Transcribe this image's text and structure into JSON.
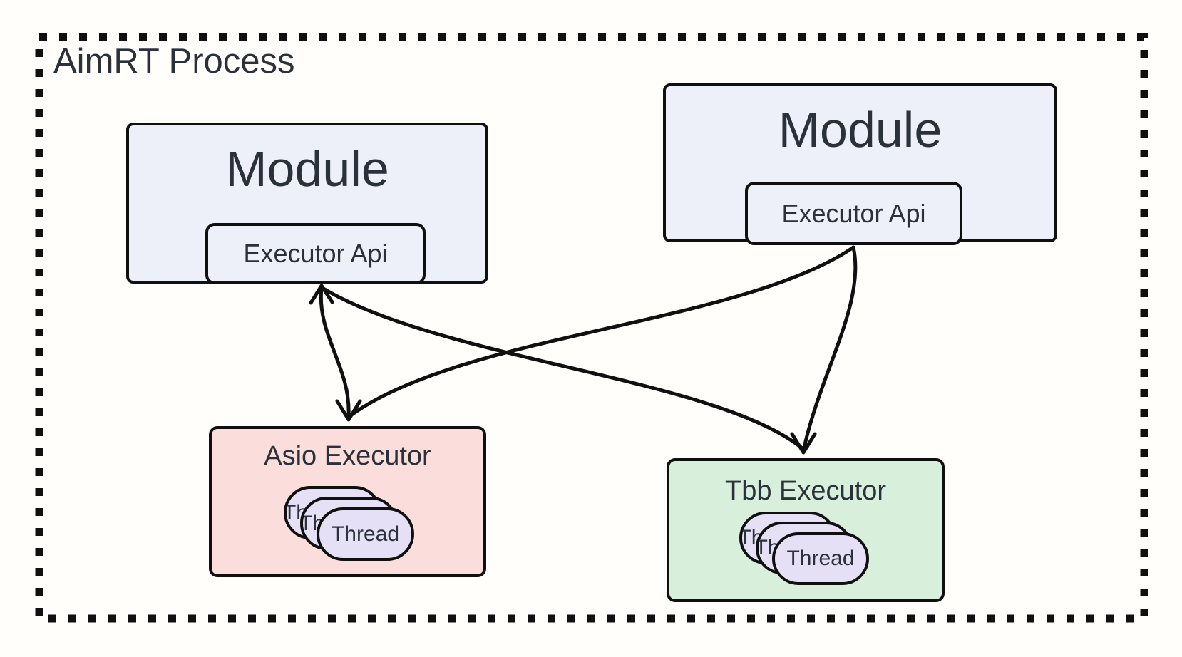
{
  "title": "AimRT Process",
  "modules": [
    {
      "title": "Module",
      "api_label": "Executor Api"
    },
    {
      "title": "Module",
      "api_label": "Executor Api"
    }
  ],
  "executors": [
    {
      "title": "Asio Executor",
      "threads": [
        "Thread",
        "Thread",
        "Thread"
      ]
    },
    {
      "title": "Tbb Executor",
      "threads": [
        "Thread",
        "Thread",
        "Thread"
      ]
    }
  ],
  "colors": {
    "background": "#fffefb",
    "module_fill": "#edf0f8",
    "asio_fill": "#fbdedb",
    "tbb_fill": "#d8efdc",
    "thread_fill": "#e6e0f6",
    "line": "#101010",
    "text": "#2b313b"
  }
}
